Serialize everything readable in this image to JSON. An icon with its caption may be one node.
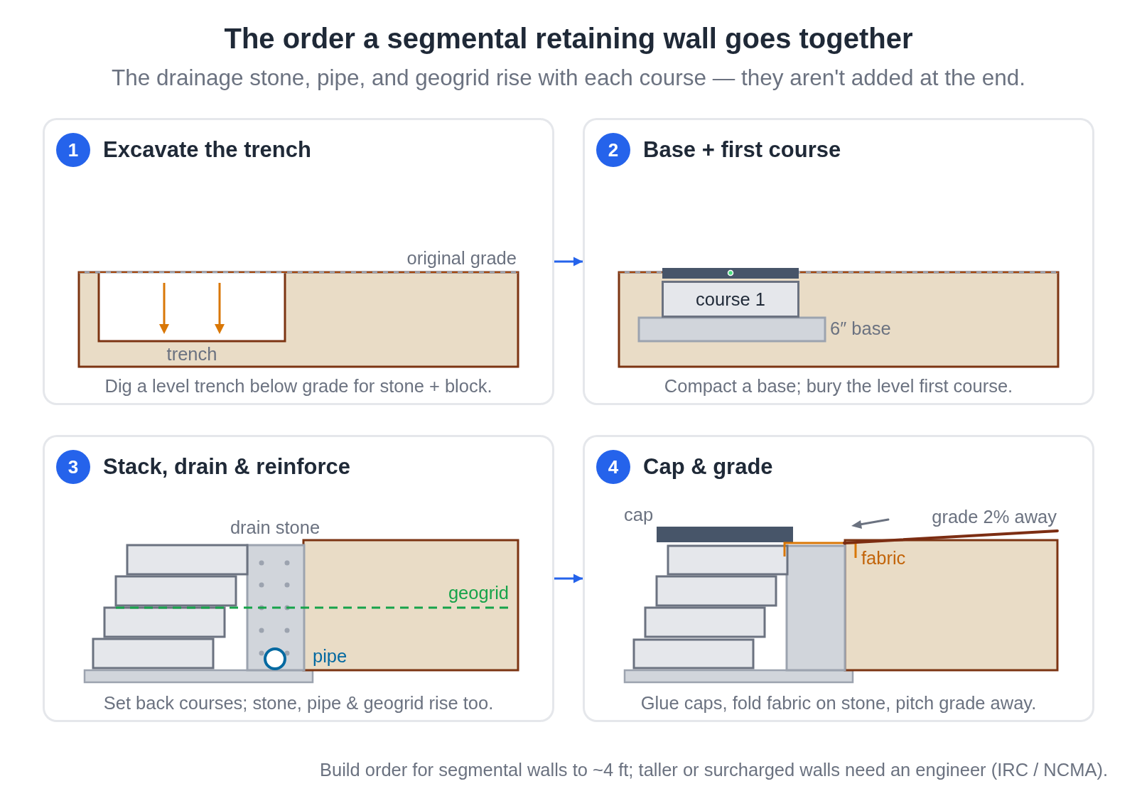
{
  "diagram": {
    "title": "The order a segmental retaining wall goes together",
    "caption": "Build order for segmental walls to ~4 ft; taller or surcharged walls need an engineer (IRC / NCMA).",
    "nodes": [
      {
        "text": [
          "Excavate the trench",
          "Dig a level trench below grade for stone + block."
        ]
      },
      {
        "text": [
          "1"
        ],
        "in": 0
      },
      {
        "text": [
          "Base + first course",
          "Compact a base; bury the level first course."
        ]
      },
      {
        "text": [
          "2"
        ],
        "in": 2
      },
      {
        "text": [
          "course 1"
        ],
        "in": 2
      },
      {
        "text": [
          "Stack, drain & reinforce",
          "Set back courses; stone, pipe & geogrid rise too."
        ]
      },
      {
        "text": [
          "3"
        ],
        "in": 5
      },
      {
        "text": [
          "Cap & grade",
          "Glue caps, fold fabric on stone, pitch grade away."
        ]
      },
      {
        "text": [
          "4"
        ],
        "in": 7
      }
    ],
    "edges": [
      {
        "from": 0,
        "to": 2,
        "arrow": "to"
      },
      {
        "from": 5,
        "to": 7,
        "arrow": "to"
      }
    ],
    "labels": [
      "The drainage stone, pipe, and geogrid rise with each course — they aren't added at the end.",
      "original grade",
      "trench",
      "6″ base",
      "drain stone",
      "geogrid",
      "pipe",
      "cap",
      "grade 2% away",
      "fabric"
    ]
  }
}
